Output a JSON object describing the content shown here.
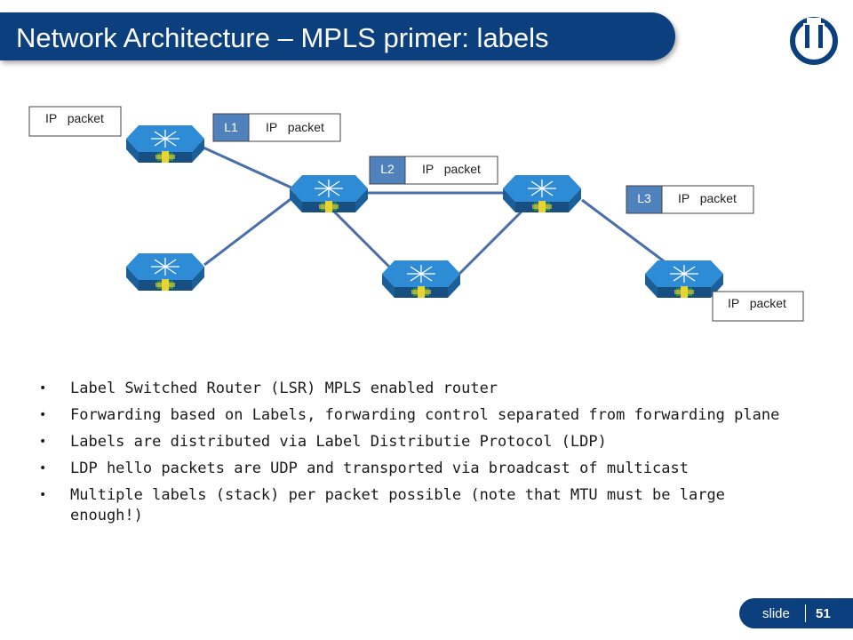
{
  "slide": {
    "title": "Network Architecture – MPLS primer: labels",
    "footer_label": "slide",
    "page_number": "51"
  },
  "diagram": {
    "packets": [
      {
        "id": "p-ingress",
        "label": "",
        "payload": "IP   packet"
      },
      {
        "id": "p-l1",
        "label": "L1",
        "payload": "IP   packet"
      },
      {
        "id": "p-l2",
        "label": "L2",
        "payload": "IP   packet"
      },
      {
        "id": "p-l3",
        "label": "L3",
        "payload": "IP   packet"
      },
      {
        "id": "p-egress",
        "label": "",
        "payload": "IP   packet"
      }
    ],
    "colors": {
      "label_fill": "#4f81bd",
      "router_top": "#2e8bd6",
      "router_side": "#1b5f99",
      "link": "#4a6fa8"
    }
  },
  "bullets": [
    "Label Switched Router (LSR) MPLS enabled router",
    "Forwarding based on Labels, forwarding control separated from forwarding plane",
    "Labels are distributed via Label Distributie Protocol (LDP)",
    "LDP hello packets are UDP and transported via broadcast of multicast",
    "Multiple labels (stack) per packet possible (note that MTU must be large enough!)"
  ]
}
